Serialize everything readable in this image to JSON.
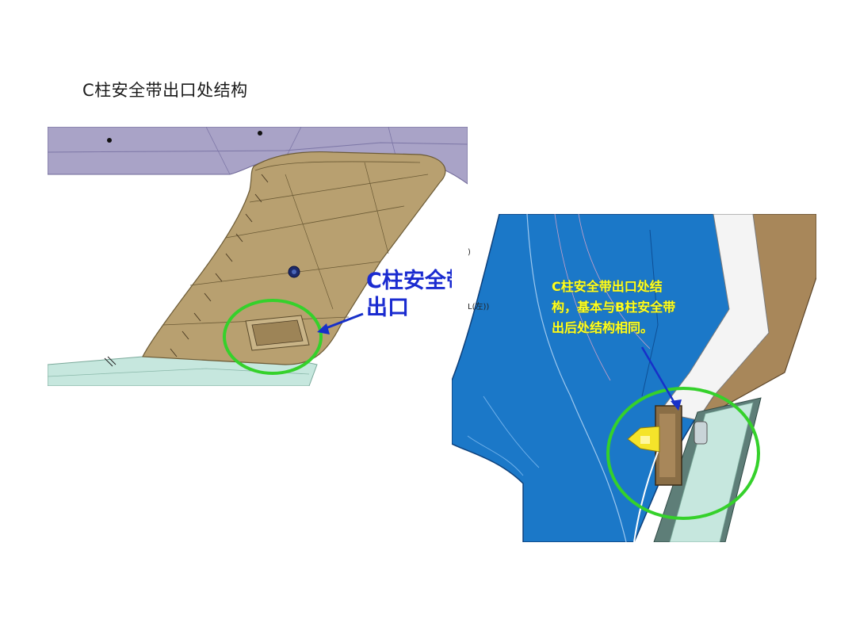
{
  "slide": {
    "title": "C柱安全带出口处结构"
  },
  "left_panel": {
    "callout_label": "C柱安全带出口",
    "colors": {
      "lavender": "#a9a3c7",
      "tan": "#b8a070",
      "mint": "#c6e7de",
      "circle": "#35d12b",
      "arrow": "#1730c9"
    }
  },
  "right_panel": {
    "callout_lines": [
      "C柱安全带出口处结",
      "构，基本与B柱安全带",
      "出后处结构相同。"
    ],
    "stray_text_top": ")",
    "stray_text_mid": "L(左))",
    "colors": {
      "blue_body": "#1b78c8",
      "trim_brown": "#a8875a",
      "clip_yellow": "#f5e42a",
      "circle": "#35d12b"
    }
  }
}
